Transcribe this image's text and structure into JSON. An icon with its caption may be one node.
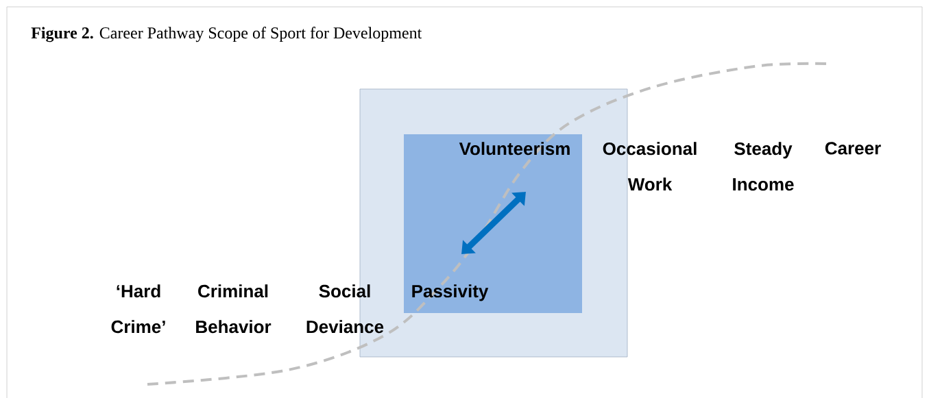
{
  "diagram": {
    "title": "**Figure 2.** Career Pathway Scope of Sport for Development",
    "labels": [
      "Volunteerism",
      "Occasional Work",
      "Steady Income",
      "Career",
      "‘Hard Crime’",
      "Criminal Behavior",
      "Social Deviance",
      "Passivity"
    ]
  }
}
